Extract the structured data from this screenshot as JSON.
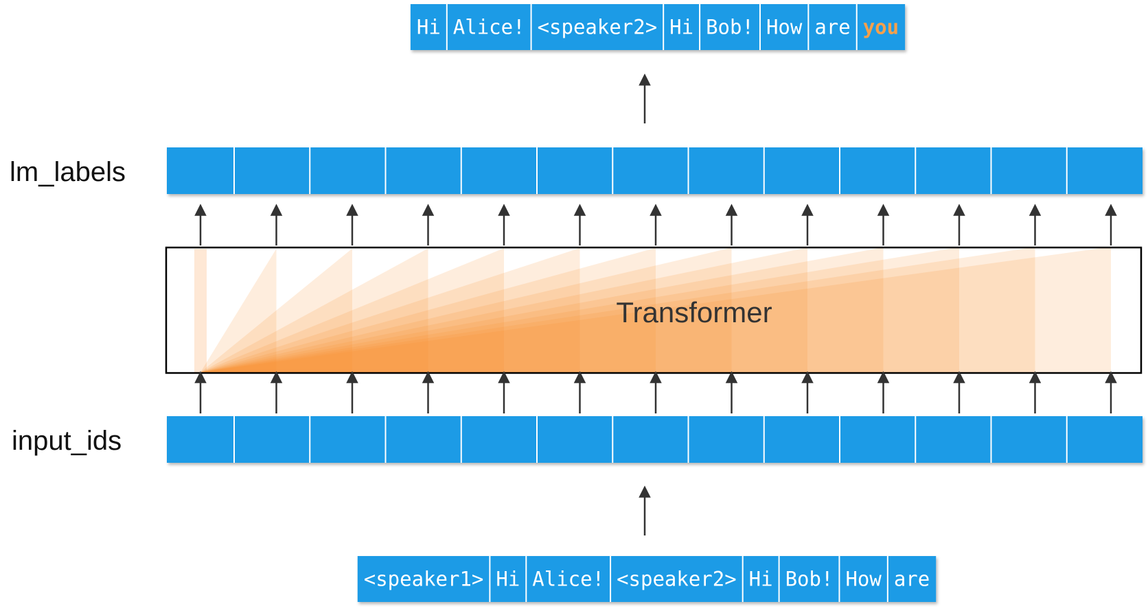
{
  "output_tokens": [
    "Hi",
    "Alice!",
    "<speaker2>",
    "Hi",
    "Bob!",
    "How",
    "are",
    "you"
  ],
  "highlighted_output_index": 7,
  "input_tokens": [
    "<speaker1>",
    "Hi",
    "Alice!",
    "<speaker2>",
    "Hi",
    "Bob!",
    "How",
    "are"
  ],
  "labels": {
    "lm_labels": "lm_labels",
    "input_ids": "input_ids",
    "transformer": "Transformer"
  },
  "grid_cell_count": 13,
  "colors": {
    "token_box": "#1f9be6",
    "attention": "#fb8c2c",
    "highlight_text": "#f5a04b",
    "arrow": "#333333"
  }
}
